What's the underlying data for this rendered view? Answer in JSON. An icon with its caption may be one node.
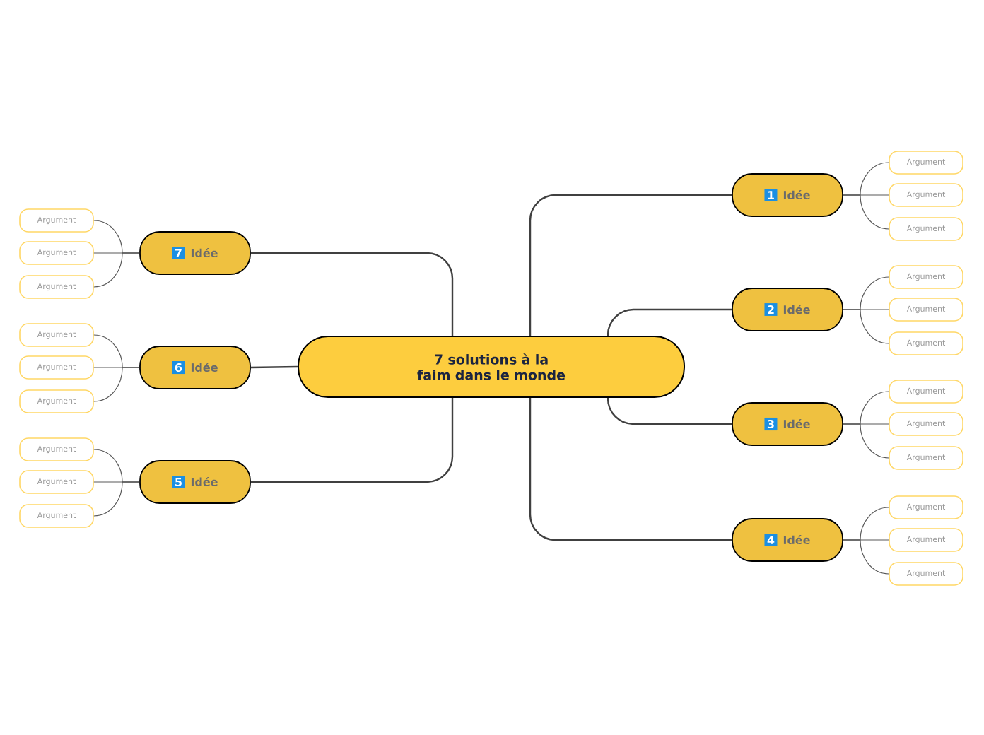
{
  "diagram": {
    "nodes": [
      {
        "text": [
          "7 solutions à la faim dans le monde"
        ]
      },
      {
        "text": [
          "1",
          "Idée"
        ]
      },
      {
        "text": [
          "Argument"
        ]
      },
      {
        "text": [
          "Argument"
        ]
      },
      {
        "text": [
          "Argument"
        ]
      },
      {
        "text": [
          "2",
          "Idée"
        ]
      },
      {
        "text": [
          "Argument"
        ]
      },
      {
        "text": [
          "Argument"
        ]
      },
      {
        "text": [
          "Argument"
        ]
      },
      {
        "text": [
          "3",
          "Idée"
        ]
      },
      {
        "text": [
          "Argument"
        ]
      },
      {
        "text": [
          "Argument"
        ]
      },
      {
        "text": [
          "Argument"
        ]
      },
      {
        "text": [
          "4",
          "Idée"
        ]
      },
      {
        "text": [
          "Argument"
        ]
      },
      {
        "text": [
          "Argument"
        ]
      },
      {
        "text": [
          "Argument"
        ]
      },
      {
        "text": [
          "5",
          "Idée"
        ]
      },
      {
        "text": [
          "Argument"
        ]
      },
      {
        "text": [
          "Argument"
        ]
      },
      {
        "text": [
          "Argument"
        ]
      },
      {
        "text": [
          "6",
          "Idée"
        ]
      },
      {
        "text": [
          "Argument"
        ]
      },
      {
        "text": [
          "Argument"
        ]
      },
      {
        "text": [
          "Argument"
        ]
      },
      {
        "text": [
          "7",
          "Idée"
        ]
      },
      {
        "text": [
          "Argument"
        ]
      },
      {
        "text": [
          "Argument"
        ]
      },
      {
        "text": [
          "Argument"
        ]
      }
    ],
    "edges": [
      {
        "from": 0,
        "to": 1,
        "arrow": "none"
      },
      {
        "from": 0,
        "to": 5,
        "arrow": "none"
      },
      {
        "from": 0,
        "to": 9,
        "arrow": "none"
      },
      {
        "from": 0,
        "to": 13,
        "arrow": "none"
      },
      {
        "from": 0,
        "to": 17,
        "arrow": "none"
      },
      {
        "from": 0,
        "to": 21,
        "arrow": "none"
      },
      {
        "from": 0,
        "to": 25,
        "arrow": "none"
      },
      {
        "from": 1,
        "to": 2,
        "arrow": "none"
      },
      {
        "from": 1,
        "to": 3,
        "arrow": "none"
      },
      {
        "from": 1,
        "to": 4,
        "arrow": "none"
      },
      {
        "from": 5,
        "to": 6,
        "arrow": "none"
      },
      {
        "from": 5,
        "to": 7,
        "arrow": "none"
      },
      {
        "from": 5,
        "to": 8,
        "arrow": "none"
      },
      {
        "from": 9,
        "to": 10,
        "arrow": "none"
      },
      {
        "from": 9,
        "to": 11,
        "arrow": "none"
      },
      {
        "from": 9,
        "to": 12,
        "arrow": "none"
      },
      {
        "from": 13,
        "to": 14,
        "arrow": "none"
      },
      {
        "from": 13,
        "to": 15,
        "arrow": "none"
      },
      {
        "from": 13,
        "to": 16,
        "arrow": "none"
      },
      {
        "from": 17,
        "to": 18,
        "arrow": "none"
      },
      {
        "from": 17,
        "to": 19,
        "arrow": "none"
      },
      {
        "from": 17,
        "to": 20,
        "arrow": "none"
      },
      {
        "from": 21,
        "to": 22,
        "arrow": "none"
      },
      {
        "from": 21,
        "to": 23,
        "arrow": "none"
      },
      {
        "from": 21,
        "to": 24,
        "arrow": "none"
      },
      {
        "from": 25,
        "to": 26,
        "arrow": "none"
      },
      {
        "from": 25,
        "to": 27,
        "arrow": "none"
      },
      {
        "from": 25,
        "to": 28,
        "arrow": "none"
      }
    ]
  }
}
